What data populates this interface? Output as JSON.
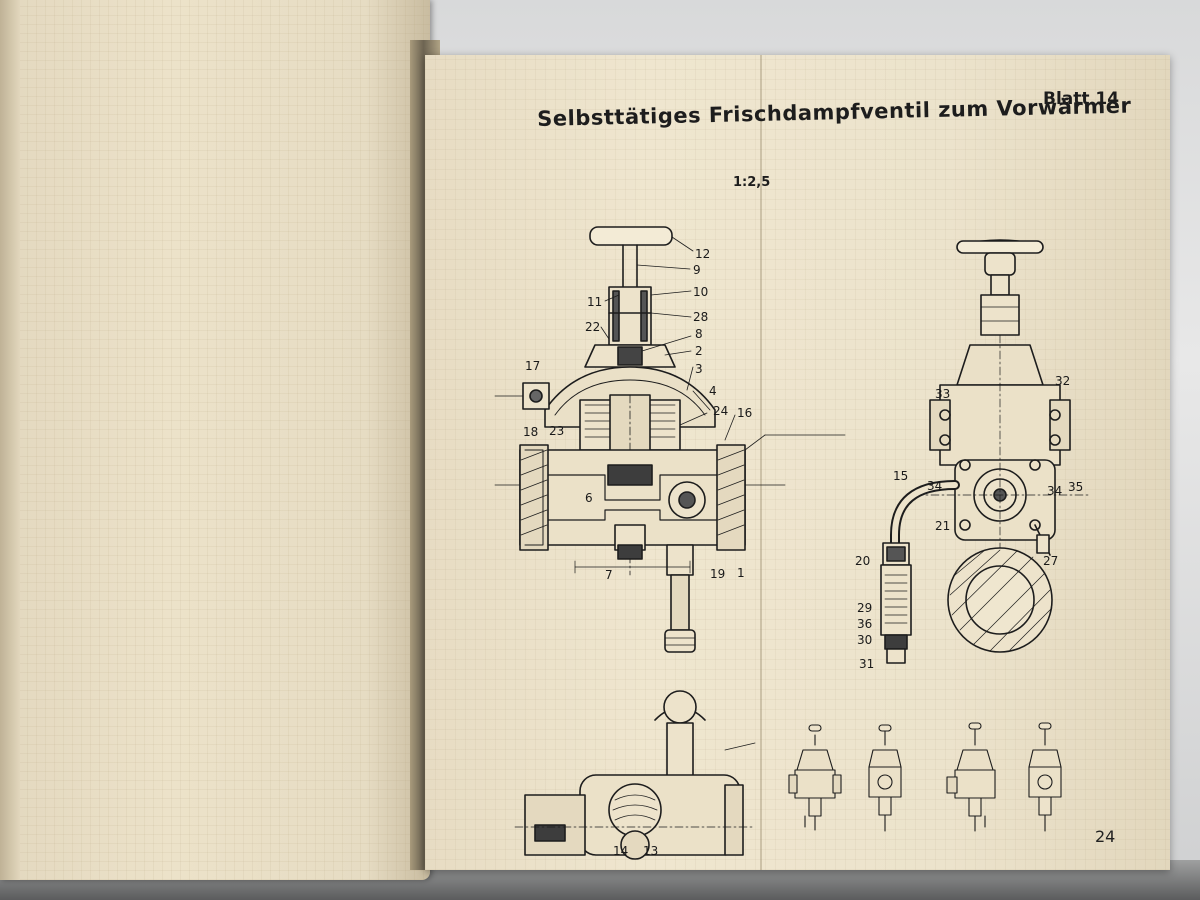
{
  "sheet": {
    "title": "Selbsttätiges Frischdampfventil zum Vorwärmer",
    "sheet_label": "Blatt 14",
    "scale": "1:2,5",
    "page_number": "24"
  },
  "part_numbers_left": [
    "12",
    "9",
    "11",
    "10",
    "28",
    "22",
    "8",
    "2",
    "3",
    "17",
    "4",
    "18",
    "23",
    "24",
    "16",
    "6",
    "7",
    "19",
    "1"
  ],
  "part_numbers_right": [
    "33",
    "32",
    "15",
    "34",
    "34",
    "35",
    "21",
    "20",
    "27",
    "29",
    "36",
    "30",
    "31"
  ],
  "part_numbers_bottom": [
    "14",
    "13"
  ],
  "colors": {
    "paper": "#ece2c9",
    "ink": "#1d1d1d",
    "background": "#4a4c4e"
  }
}
